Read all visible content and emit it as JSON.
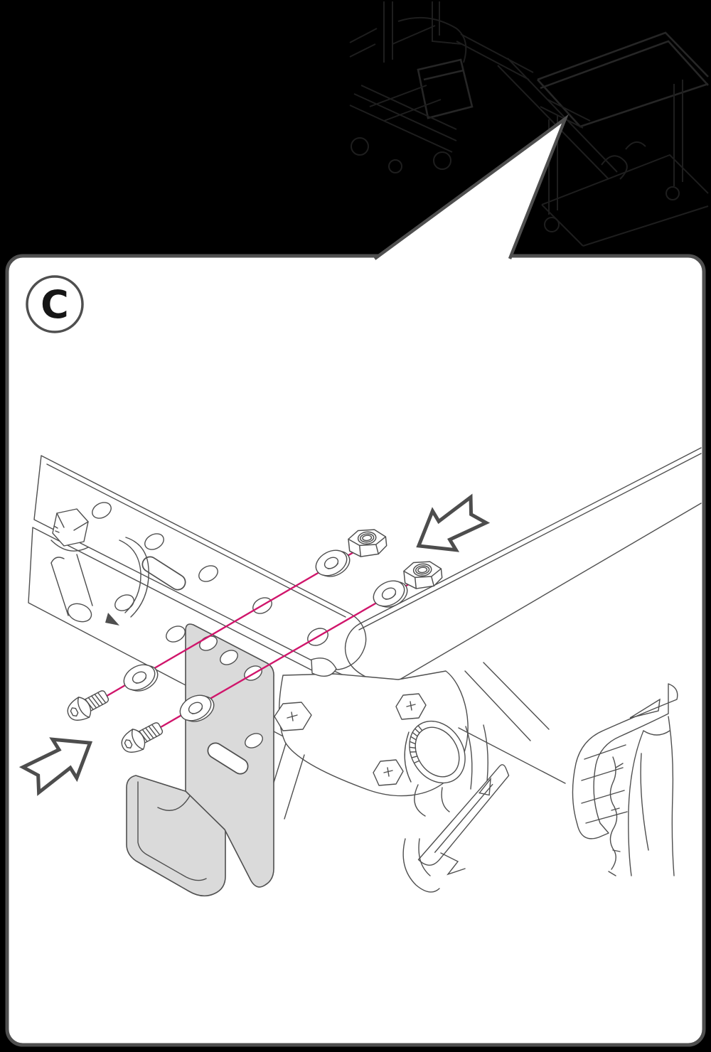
{
  "document": {
    "step_label": "C"
  },
  "colors": {
    "background": "#000000",
    "panel_bg": "#ffffff",
    "panel_border": "#4f4f4f",
    "line_art": "#4f4f4f",
    "assembly_line": "#d0156b",
    "bracket_fill": "#dadada",
    "arrow_outline": "#4d4d4d",
    "sketch": "#1e1e1e"
  },
  "overview": {
    "name": "full-build-overview-sketch"
  },
  "callout": {
    "name": "detail-callout-pointer"
  },
  "diagram": {
    "parts": [
      {
        "name": "upper-perforated-beam",
        "holes": 5,
        "slots": 1
      },
      {
        "name": "lower-perforated-beam",
        "holes": 3
      },
      {
        "name": "right-beam"
      },
      {
        "name": "frame-joint",
        "hex_bolts": 3,
        "threaded-tube-openings": 1
      },
      {
        "name": "j-hook-bracket",
        "holes": 5,
        "slots": 1
      },
      {
        "name": "pedal-crank-left"
      },
      {
        "name": "pedal-crank-right"
      },
      {
        "name": "button-head-screw",
        "count": 2
      },
      {
        "name": "washer",
        "count": 4
      },
      {
        "name": "hex-nut",
        "count": 2
      },
      {
        "name": "assembly-line",
        "count": 2
      },
      {
        "name": "direction-arrow-up-right",
        "count": 1
      },
      {
        "name": "direction-arrow-down-left",
        "count": 1
      }
    ]
  }
}
